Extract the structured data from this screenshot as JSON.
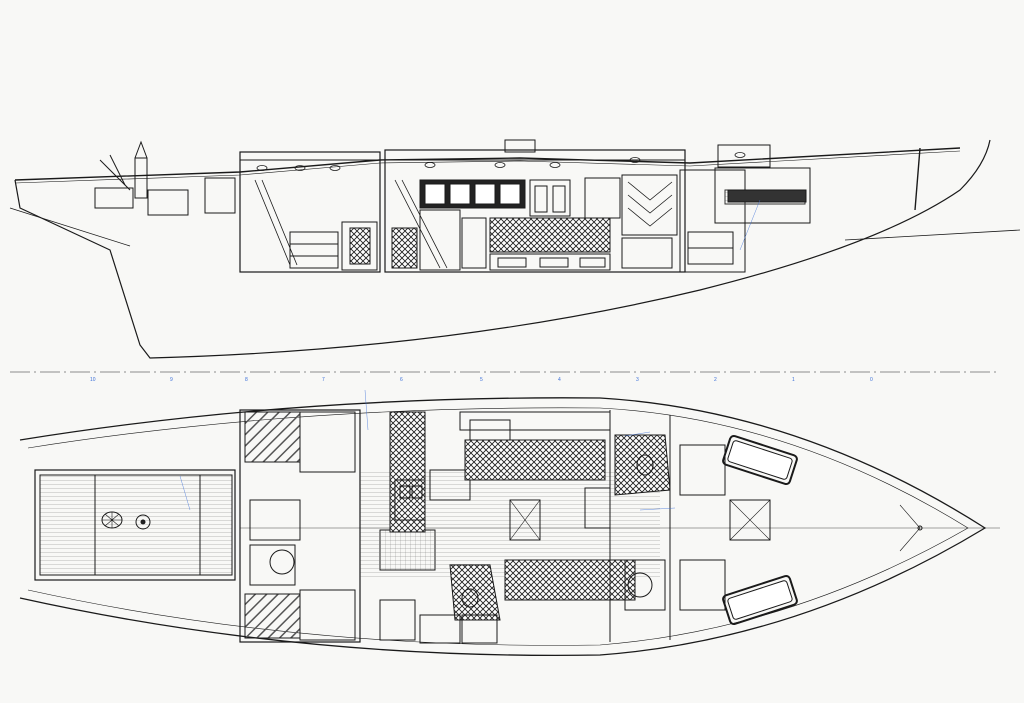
{
  "colors": {
    "paper": "#f8f8f6",
    "ink": "#1a1a1a",
    "annotation": "#3b6fd8",
    "hatch": "#555555"
  },
  "station_numbers": [
    "10",
    "9",
    "8",
    "7",
    "6",
    "5",
    "4",
    "3",
    "2",
    "1",
    "0"
  ]
}
